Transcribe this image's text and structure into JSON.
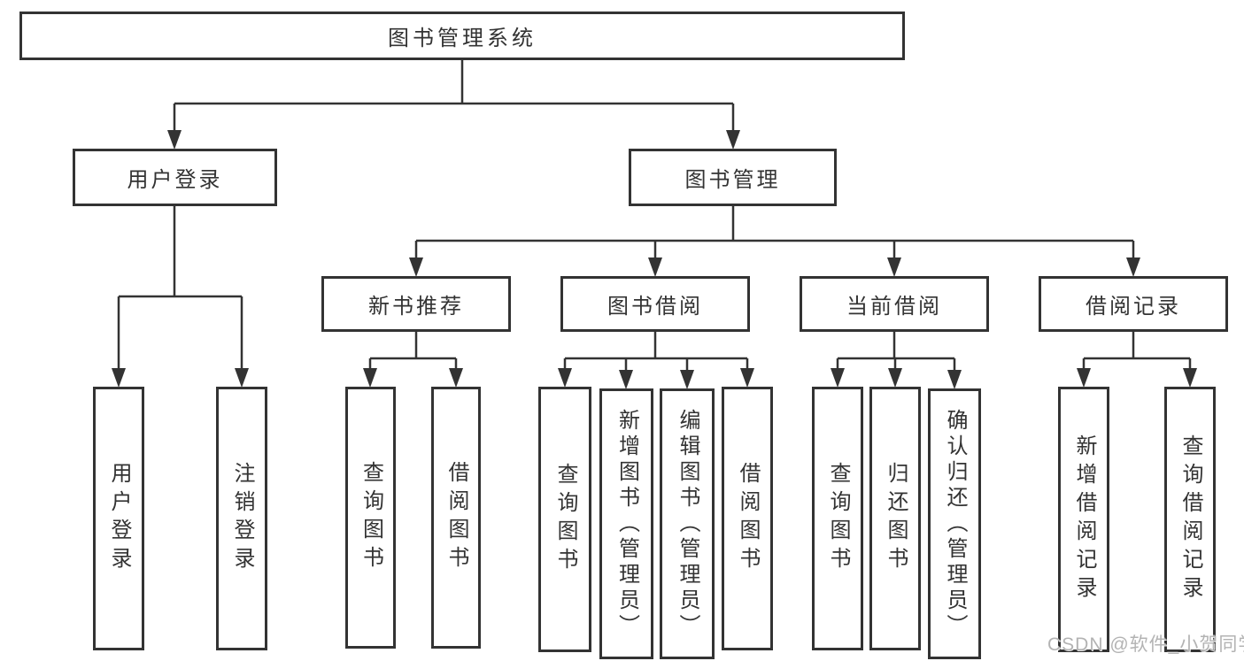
{
  "diagram": {
    "title_note": "library management system function structure diagram",
    "root": {
      "label": "图书管理系统"
    },
    "level2": [
      {
        "id": "user-login",
        "label": "用户登录"
      },
      {
        "id": "book-management",
        "label": "图书管理"
      }
    ],
    "level3": [
      {
        "id": "new-book-recommendation",
        "label": "新书推荐"
      },
      {
        "id": "book-borrowing",
        "label": "图书借阅"
      },
      {
        "id": "current-borrowing",
        "label": "当前借阅"
      },
      {
        "id": "borrowing-records",
        "label": "借阅记录"
      }
    ],
    "level4": [
      {
        "id": "user-login-leaf",
        "label": "用户登录"
      },
      {
        "id": "logout",
        "label": "注销登录"
      },
      {
        "id": "query-books-1",
        "label": "查询图书"
      },
      {
        "id": "borrow-books-1",
        "label": "借阅图书"
      },
      {
        "id": "query-books-2",
        "label": "查询图书"
      },
      {
        "id": "add-books-admin",
        "label": "新增图书（管理员）"
      },
      {
        "id": "edit-books-admin",
        "label": "编辑图书（管理员）"
      },
      {
        "id": "borrow-books-2",
        "label": "借阅图书"
      },
      {
        "id": "query-books-3",
        "label": "查询图书"
      },
      {
        "id": "return-books",
        "label": "归还图书"
      },
      {
        "id": "confirm-return-admin",
        "label": "确认归还（管理员）"
      },
      {
        "id": "add-borrow-record",
        "label": "新增借阅记录"
      },
      {
        "id": "query-borrow-record",
        "label": "查询借阅记录"
      }
    ],
    "colors": {
      "line": "#333333",
      "box_border": "#333333",
      "background": "#ffffff",
      "watermark": "#b3b3b3"
    }
  },
  "watermark": {
    "text": "CSDN @软件_小贺同学"
  }
}
